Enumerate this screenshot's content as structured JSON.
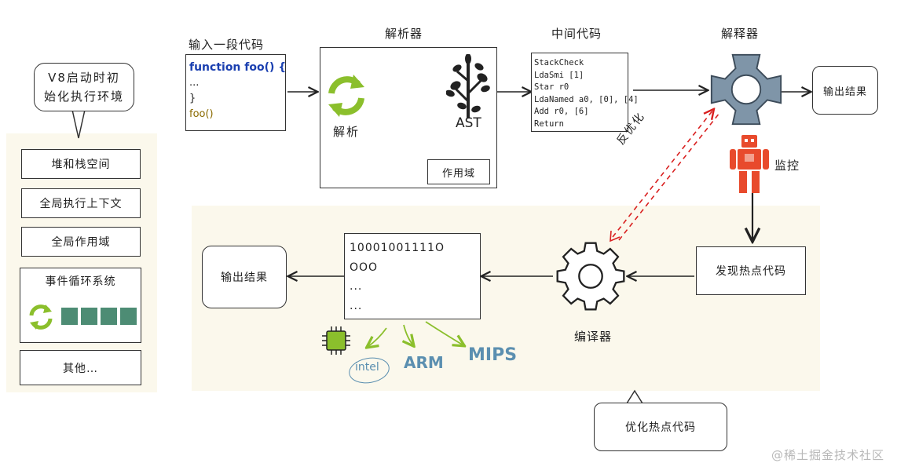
{
  "v8_start": {
    "line1": "V8启动时初",
    "line2": "始化执行环境"
  },
  "env_items": [
    "堆和栈空间",
    "全局执行上下文",
    "全局作用域"
  ],
  "event_loop_label": "事件循环系统",
  "others_label": "其他…",
  "input_code": {
    "title": "输入一段代码",
    "lines": [
      "function foo() {",
      "...",
      "}",
      "foo()"
    ]
  },
  "parser": {
    "title": "解析器",
    "parse_label": "解析",
    "ast_label": "AST",
    "scope_label": "作用域"
  },
  "bytecode": {
    "title": "中间代码",
    "lines": [
      "StackCheck",
      "LdaSmi [1]",
      "Star r0",
      "LdaNamed a0, [0], [4]",
      "Add r0, [6]",
      "Return"
    ]
  },
  "interpreter": {
    "title": "解释器",
    "output_label": "输出结果",
    "monitor_label": "监控"
  },
  "hot_code_label": "发现热点代码",
  "compiler_label": "编译器",
  "deopt_label": "反优化",
  "machine_code": {
    "lines": [
      "10001001111O",
      "OOO",
      "...",
      "..."
    ]
  },
  "output2_label": "输出结果",
  "arch": {
    "intel": "intel",
    "arm": "ARM",
    "mips": "MIPS"
  },
  "optimize_label": "优化热点代码",
  "watermark": "@稀土掘金技术社区",
  "colors": {
    "green": "#8bbf2c",
    "gear": "#7f95a8",
    "robot": "#e84a2c",
    "deopt": "#d92020",
    "arch_blue": "#5b8fb0",
    "queue": "#4d8c74"
  }
}
